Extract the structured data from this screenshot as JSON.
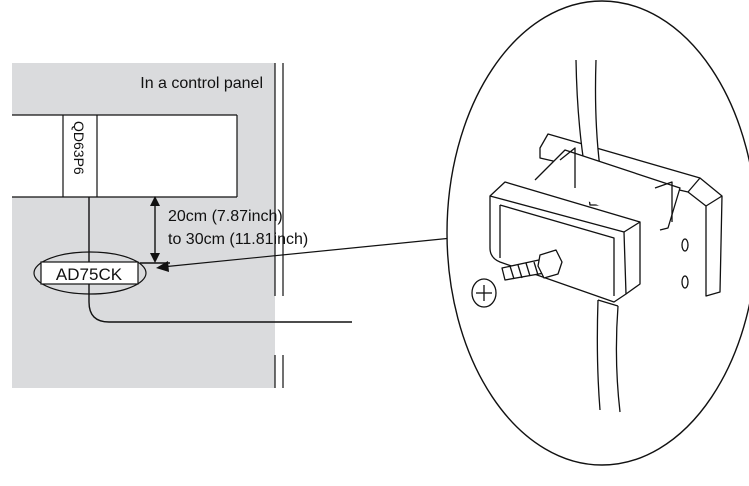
{
  "panel_label": "In a control panel",
  "module_label": "QD63P6",
  "distance_line1": "20cm (7.87inch)",
  "distance_line2": "to 30cm (11.81inch)",
  "clamp_label": "AD75CK",
  "colors": {
    "panel_fill": "#dadbdd",
    "line": "#111111",
    "background": "#ffffff"
  }
}
